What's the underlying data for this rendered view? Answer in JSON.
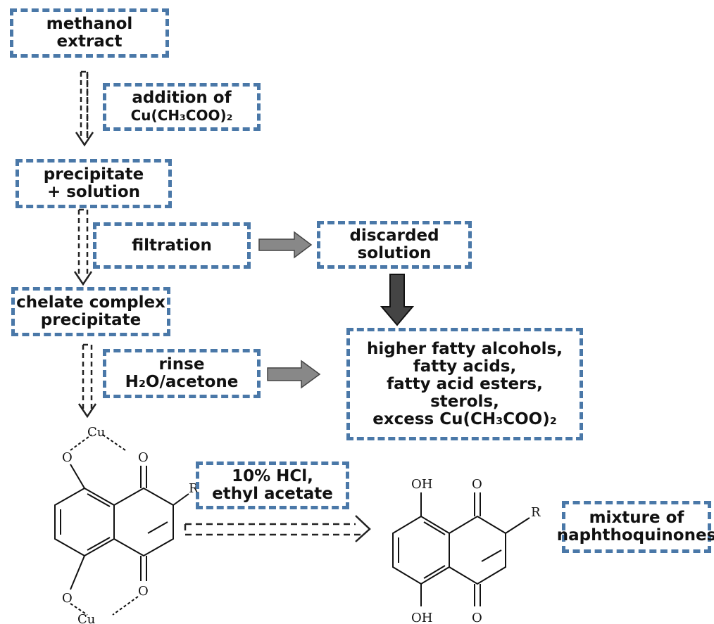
{
  "boxes": {
    "methanol_extract": [
      "methanol",
      "extract"
    ],
    "addition": [
      "addition of",
      "Cu(CH₃COO)₂"
    ],
    "precipitate_solution": [
      "precipitate",
      "+ solution"
    ],
    "filtration": [
      "filtration"
    ],
    "discarded_solution": [
      "discarded",
      "solution"
    ],
    "chelate_complex": [
      "chelate complex",
      "precipitate"
    ],
    "rinse": [
      "rinse",
      "H₂O/acetone"
    ],
    "byproducts": [
      "higher fatty alcohols,",
      "fatty acids,",
      "fatty acid esters,",
      "sterols,",
      "excess Cu(CH₃COO)₂"
    ],
    "hcl": [
      "10% HCl,",
      "ethyl acetate"
    ],
    "mixture": [
      "mixture of",
      "naphthoquinones"
    ]
  },
  "structures": {
    "complex": {
      "metal_top": "Cu",
      "metal_bottom": "Cu",
      "oxygen": "O",
      "substituent": "R"
    },
    "product": {
      "hydroxyl": "OH",
      "oxygen": "O",
      "substituent": "R"
    }
  },
  "colors": {
    "box_border": "#4a78a8",
    "gray_arrow": "#888888",
    "dark_arrow": "#444444"
  }
}
